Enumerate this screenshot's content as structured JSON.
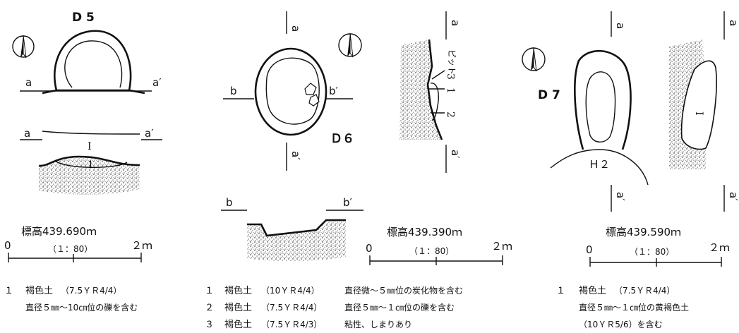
{
  "panels": {
    "d5": {
      "title": "D 5",
      "sec_a": "a",
      "sec_a2": "a′",
      "sec_b": "a",
      "sec_b2": "a′",
      "layer_upper": "Ⅰ",
      "layer_fill": "1",
      "elevation": "標高439.690ｍ",
      "scale_zero": "0",
      "scale_ratio": "（１：80）",
      "scale_end": "２ｍ",
      "legend": [
        {
          "num": "１",
          "soil": "褐色土",
          "munsell": "（7.5ＹＲ4/4）",
          "note": "直径５㎜～10㎝位の礫を含む"
        }
      ]
    },
    "d6": {
      "title": "Ｄ６",
      "plan_a": "a",
      "plan_a2": "a′",
      "plan_b": "b",
      "plan_b2": "b′",
      "sec_b": "b",
      "sec_b2": "b′",
      "prof_a": "a",
      "prof_a2": "a′",
      "pit_label": "ピット",
      "layer_3": "3",
      "layer_1": "1",
      "layer_2": "2",
      "elevation": "標高439.390ｍ",
      "scale_zero": "0",
      "scale_ratio": "（１：80）",
      "scale_end": "２ｍ",
      "legend": [
        {
          "num": "１",
          "soil": "褐色土",
          "munsell": "（10ＹＲ4/4）",
          "note": "直径微～５㎜位の炭化物を含む"
        },
        {
          "num": "２",
          "soil": "褐色土",
          "munsell": "（7.5ＹＲ4/4）",
          "note": "直径５㎜～１㎝位の礫を含む"
        },
        {
          "num": "３",
          "soil": "褐色土",
          "munsell": "（7.5ＹＲ4/3）",
          "note": "粘性、しまりあり"
        }
      ]
    },
    "d7": {
      "title": "D 7",
      "plan_a": "a",
      "plan_a2": "a′",
      "prof_a": "a",
      "prof_a2": "a′",
      "h2_label": "Ｈ２",
      "layer_1": "Ⅰ",
      "elevation": "標高439.590ｍ",
      "scale_zero": "0",
      "scale_ratio": "（１：80）",
      "scale_end": "２ｍ",
      "legend": [
        {
          "num": "１",
          "soil": "褐色土",
          "munsell": "（7.5ＹＲ4/4）",
          "note": "直径５㎜～１㎝位の黄褐色土",
          "note2": "（10ＹＲ5/6）を含む"
        }
      ]
    }
  }
}
